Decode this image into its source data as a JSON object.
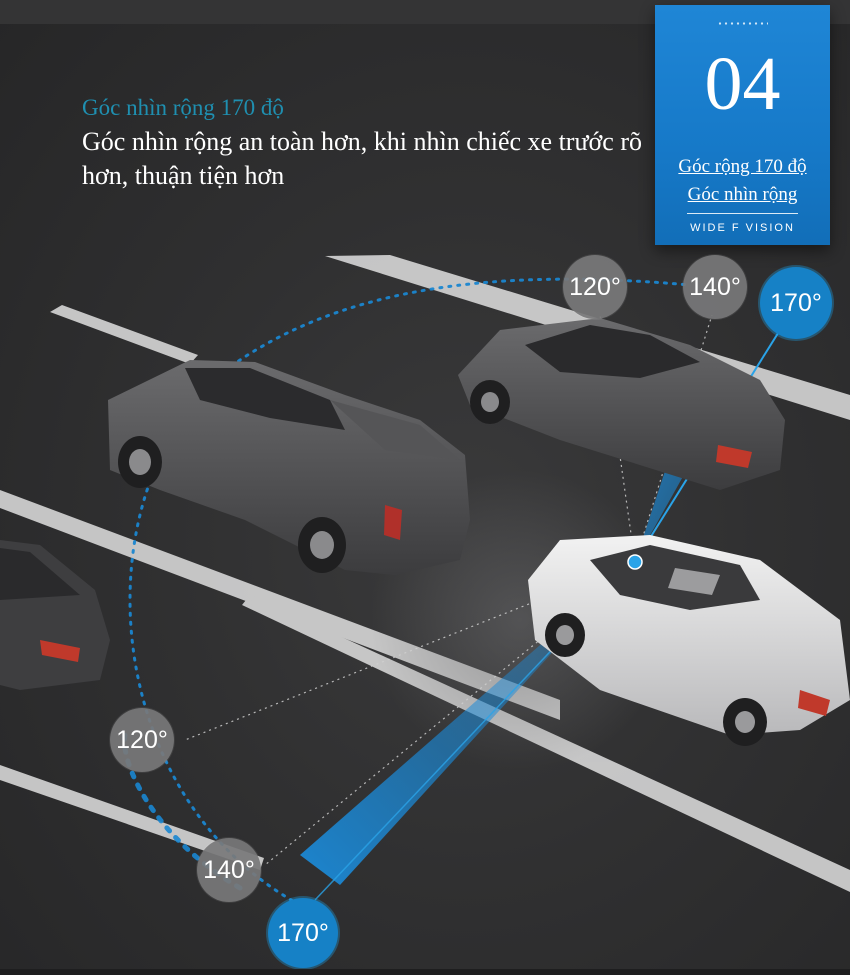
{
  "heading": {
    "subtitle": "Góc nhìn rộng 170 độ",
    "description": "Góc nhìn rộng an toàn hơn, khi nhìn chiếc xe trước rõ hơn, thuận tiện hơn"
  },
  "badge": {
    "number": "04",
    "line1": "Góc rộng 170 độ",
    "line2": "Góc nhìn rộng",
    "caption": "WIDE F VISION"
  },
  "angles": {
    "top_120": "120°",
    "top_140": "140°",
    "top_170": "170°",
    "left_120": "120°",
    "left_140": "140°",
    "left_170": "170°"
  },
  "colors": {
    "accent_blue": "#1681c6",
    "subtitle_teal": "#1f8fb0",
    "background": "#2e2e2f"
  }
}
